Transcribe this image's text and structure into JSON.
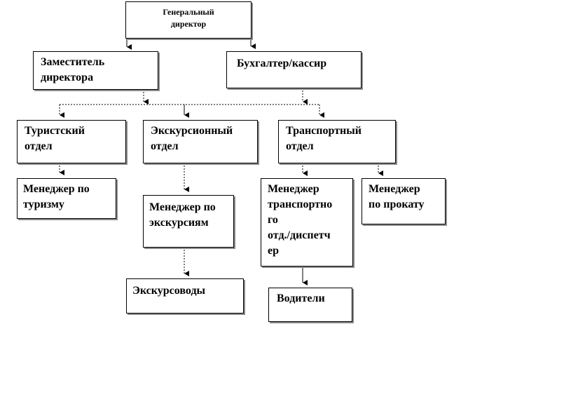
{
  "nodes": {
    "ceo": "Генеральный\nдиректор",
    "deputy": "Заместитель\nдиректора",
    "accountant": "Бухгалтер/кассир",
    "tourism_dept": "Туристский\nотдел",
    "excursion_dept": "Экскурсионный\nотдел",
    "transport_dept": "Транспортный\nотдел",
    "tourism_manager": "Менеджер по\nтуризму",
    "excursion_manager": "Менеджер по\nэкскурсиям",
    "transport_manager": "Менеджер\nтранспортно\nго\nотд./диспетч\nер",
    "rental_manager": "Менеджер\nпо прокату",
    "guides": "Экскурсоводы",
    "drivers": "Водители"
  },
  "colors": {
    "border": "#000000",
    "shadow": "#8a8a8a",
    "background": "#ffffff"
  }
}
